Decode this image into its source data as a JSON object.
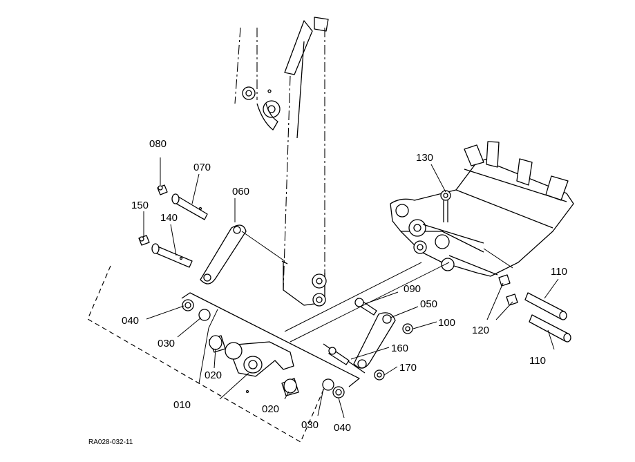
{
  "callouts": {
    "p010": "010",
    "p020a": "020",
    "p020b": "020",
    "p030a": "030",
    "p030b": "030",
    "p040a": "040",
    "p040b": "040",
    "p050": "050",
    "p060": "060",
    "p070": "070",
    "p080": "080",
    "p090": "090",
    "p100": "100",
    "p110a": "110",
    "p110b": "110",
    "p120": "120",
    "p130": "130",
    "p140": "140",
    "p150": "150",
    "p160": "160",
    "p170": "170"
  },
  "drawing_code": "RA028-032-11"
}
